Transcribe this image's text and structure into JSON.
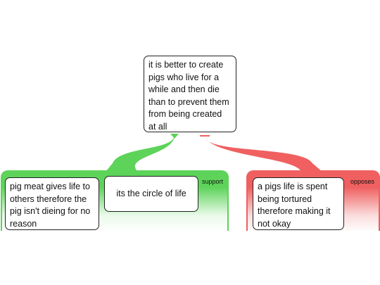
{
  "diagram": {
    "root": {
      "text": "it is better to create pigs who live for a while and then die than to prevent them from being created at all"
    },
    "support": {
      "label": "support",
      "color": "#5dd35a",
      "premises": [
        {
          "text": "pig meat gives life to others therefore the pig isn't dieing for no reason"
        },
        {
          "text": "its the circle of life"
        }
      ]
    },
    "oppose": {
      "label": "opposes",
      "color": "#f06060",
      "premises": [
        {
          "text": "a pigs life is spent being tortured therefore making it not okay"
        }
      ]
    }
  }
}
